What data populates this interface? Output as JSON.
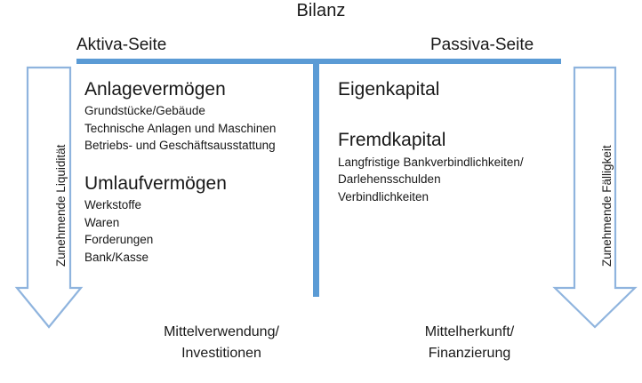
{
  "diagram": {
    "title": "Bilanz",
    "accent_color": "#5B9BD5",
    "text_color": "#191919",
    "background_color": "#FFFFFF"
  },
  "sides": {
    "left": {
      "heading": "Aktiva-Seite",
      "groups": [
        {
          "title": "Anlagevermögen",
          "items": [
            "Grundstücke/Gebäude",
            "Technische Anlagen und Maschinen",
            "Betriebs- und Geschäftsausstattung"
          ]
        },
        {
          "title": "Umlaufvermögen",
          "items": [
            "Werkstoffe",
            "Waren",
            "Forderungen",
            "Bank/Kasse"
          ]
        }
      ],
      "caption_line1": "Mittelverwendung/",
      "caption_line2": "Investitionen",
      "arrow_label": "Zunehmende Liquidität"
    },
    "right": {
      "heading": "Passiva-Seite",
      "groups": [
        {
          "title": "Eigenkapital",
          "items": []
        },
        {
          "title": "Fremdkapital",
          "items": [
            "Langfristige Bankverbindlichkeiten/",
            "Darlehensschulden",
            "Verbindlichkeiten"
          ]
        }
      ],
      "caption_line1": "Mittelherkunft/",
      "caption_line2": "Finanzierung",
      "arrow_label": "Zunehmende Fälligkeit"
    }
  }
}
